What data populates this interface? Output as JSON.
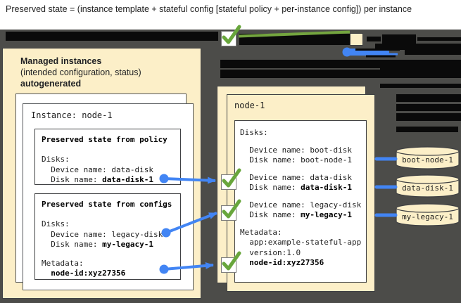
{
  "title": "Preserved state = (instance template + stateful config [stateful policy + per-instance config]) per instance",
  "colors": {
    "beige": "#fcefc8",
    "blue": "#4285f4",
    "green": "#74a53f",
    "dark_background": "#4c4c49",
    "redaction": "#0a0a0a"
  },
  "legend": {
    "checkbox_icon": "green-checkmark",
    "swatch_icon": "beige-square"
  },
  "managed_panel": {
    "heading": "Managed instances",
    "subheading": "(intended configuration, status)",
    "note": "autogenerated",
    "instance_title": "Instance: node-1",
    "policy_box": {
      "title": "Preserved state from policy",
      "groups": [
        [
          [
            "Disks:"
          ],
          [
            "  Device name: data-disk"
          ],
          [
            "  Disk name: ",
            {
              "t": "data-disk-1",
              "b": true
            }
          ]
        ]
      ]
    },
    "configs_box": {
      "title": "Preserved state from configs",
      "groups": [
        [
          [
            "Disks:"
          ],
          [
            "  Device name: legacy-disk"
          ],
          [
            "  Disk name: ",
            {
              "t": "my-legacy-1",
              "b": true
            }
          ]
        ],
        [
          [
            "Metadata:"
          ],
          [
            "  ",
            {
              "t": "node-id:xyz27356",
              "b": true
            }
          ]
        ]
      ]
    }
  },
  "node_panel": {
    "title": "node-1",
    "groups": [
      [
        [
          "Disks:"
        ]
      ],
      [
        [
          "  Device name: boot-disk"
        ],
        [
          "  Disk name: boot-node-1"
        ]
      ],
      [
        [
          "  Device name: data-disk"
        ],
        [
          "  Disk name: ",
          {
            "t": "data-disk-1",
            "b": true
          }
        ]
      ],
      [
        [
          "  Device name: legacy-disk"
        ],
        [
          "  Disk name: ",
          {
            "t": "my-legacy-1",
            "b": true
          }
        ]
      ],
      [
        [
          "Metadata:"
        ],
        [
          "  app:example-stateful-app"
        ],
        [
          "  version:1.0"
        ],
        [
          "  ",
          {
            "t": "node-id:xyz27356",
            "b": true
          }
        ]
      ]
    ]
  },
  "disks": [
    "boot-node-1",
    "data-disk-1",
    "my-legacy-1"
  ]
}
